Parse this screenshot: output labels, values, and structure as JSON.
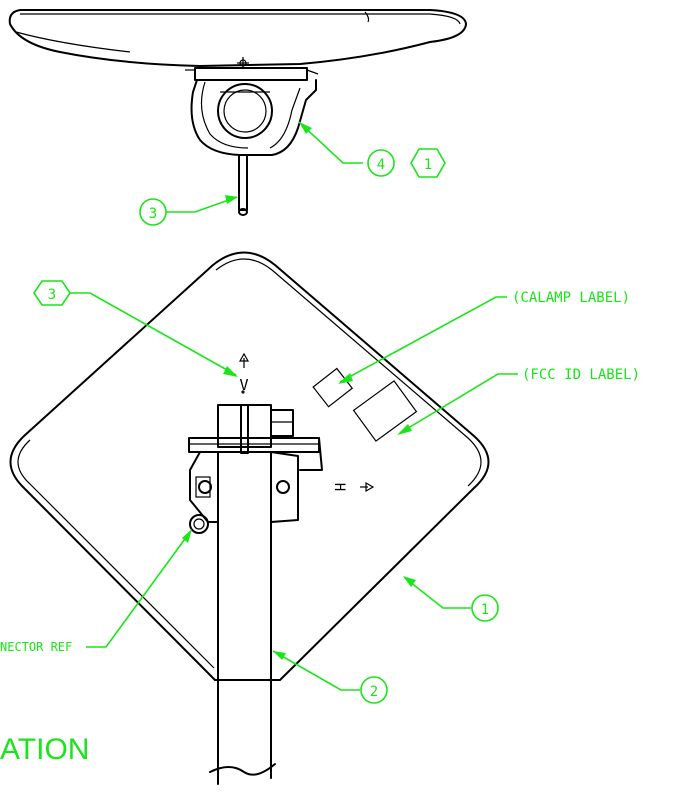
{
  "callouts": {
    "top_item_4": "4",
    "top_item_1": "1",
    "top_item_3": "3",
    "front_item_3": "3",
    "front_item_1": "1",
    "front_item_2": "2"
  },
  "labels": {
    "calamp": "(CALAMP LABEL)",
    "fcc": "(FCC ID LABEL)",
    "connector": "NECTOR REF",
    "vertical": "V",
    "horizontal": "H",
    "view_title": "ATION"
  },
  "colors": {
    "callout": "#19e519",
    "line": "#000000",
    "background": "#ffffff"
  }
}
